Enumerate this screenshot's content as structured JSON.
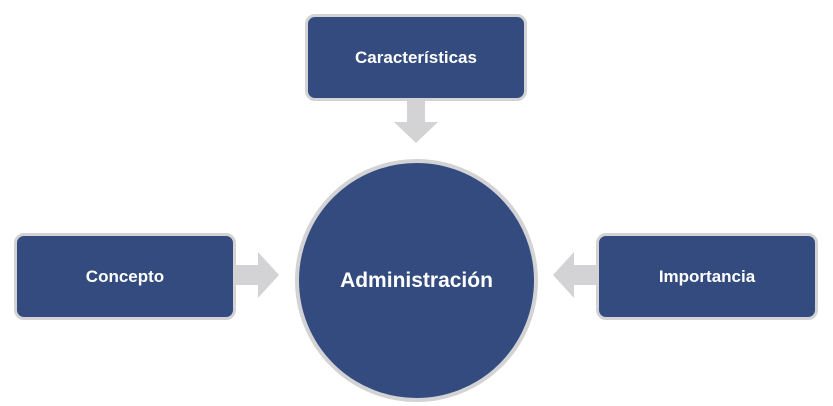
{
  "diagram": {
    "center": {
      "label": "Administración"
    },
    "nodes": {
      "top": {
        "label": "Características"
      },
      "left": {
        "label": "Concepto"
      },
      "right": {
        "label": "Importancia"
      }
    },
    "edges": [
      {
        "from": "Características",
        "to": "Administración"
      },
      {
        "from": "Concepto",
        "to": "Administración"
      },
      {
        "from": "Importancia",
        "to": "Administración"
      }
    ],
    "colors": {
      "node_fill": "#334b7e",
      "node_border": "#d3d3d5",
      "arrow": "#d3d3d5",
      "text": "#ffffff"
    }
  }
}
